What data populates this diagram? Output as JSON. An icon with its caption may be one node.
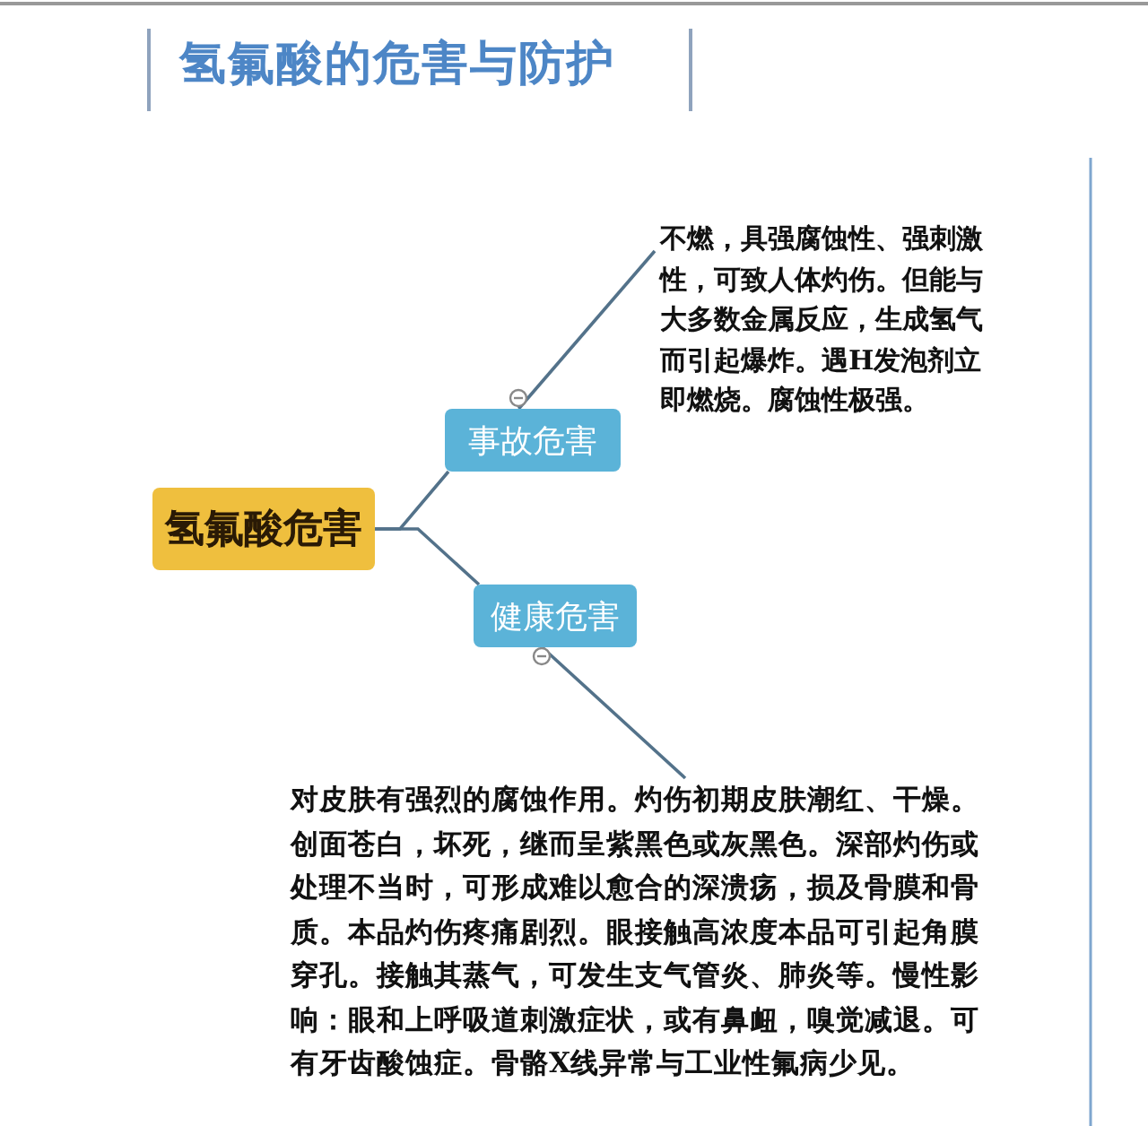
{
  "diagram": {
    "title": "氢氟酸的危害与防护",
    "nodes": [
      {
        "text": [
          "氢氟酸危害"
        ]
      },
      {
        "text": [
          "事故危害"
        ]
      },
      {
        "text": [
          "健康危害"
        ]
      },
      {
        "text": [
          "不燃，具强腐蚀性、强刺激性，可致人体灼伤。但能与大多数金属反应，生成氢气而引起爆炸。遇H发泡剂立即燃烧。腐蚀性极强。"
        ]
      },
      {
        "text": [
          "对皮肤有强烈的腐蚀作用。灼伤初期皮肤潮红、干燥。创面苍白，坏死，继而呈紫黑色或灰黑色。深部灼伤或处理不当时，可形成难以愈合的深溃疡，损及骨膜和骨质。本品灼伤疼痛剧烈。眼接触高浓度本品可引起角膜穿孔。接触其蒸气，可发生支气管炎、肺炎等。慢性影响：眼和上呼吸道刺激症状，或有鼻衄，嗅觉减退。可有牙齿酸蚀症。骨骼X线异常与工业性氟病少见。"
        ]
      }
    ],
    "edges": [
      {
        "from": 0,
        "to": 1,
        "arrow": "none"
      },
      {
        "from": 0,
        "to": 2,
        "arrow": "none"
      },
      {
        "from": 1,
        "to": 3,
        "arrow": "none"
      },
      {
        "from": 2,
        "to": 4,
        "arrow": "none"
      }
    ]
  }
}
